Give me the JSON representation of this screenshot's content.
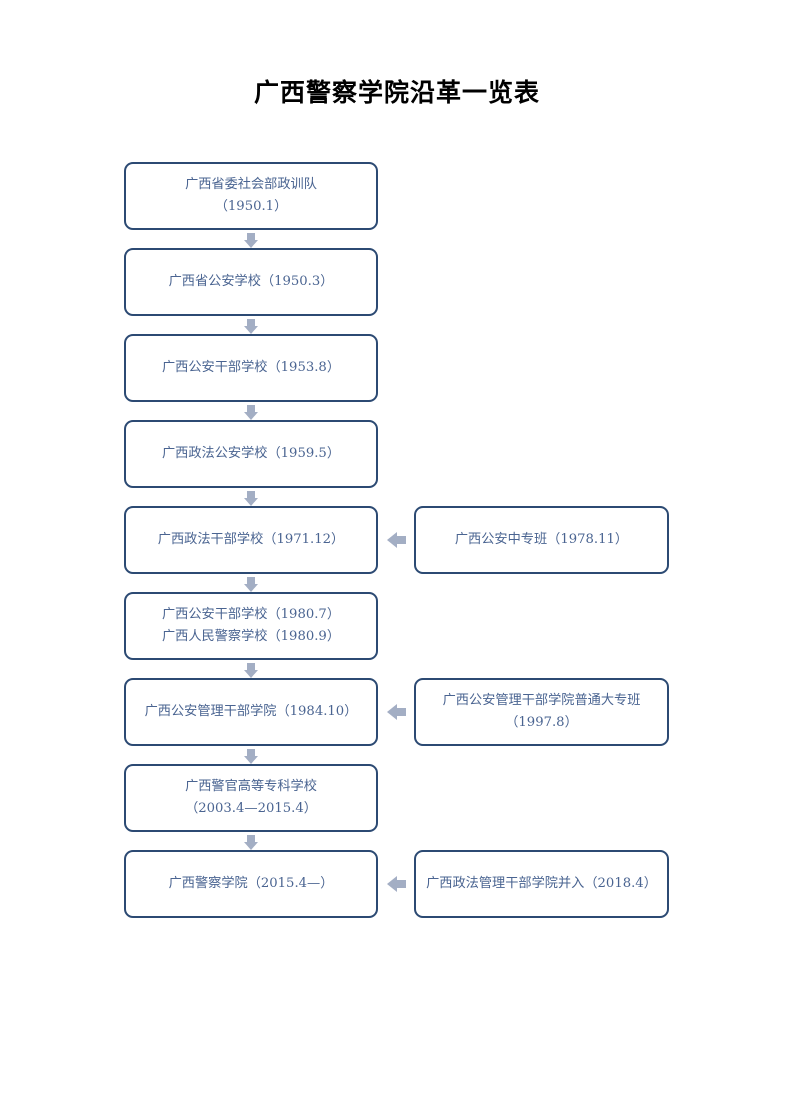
{
  "document": {
    "title": "广西警察学院沿革一览表",
    "background_color": "#ffffff"
  },
  "theme": {
    "box_border_color": "#2c4a73",
    "box_text_color": "#4a6491",
    "box_fill_color": "#ffffff",
    "arrow_color": "#a3aec4",
    "title_color": "#000000"
  },
  "chart_data": {
    "type": "diagram",
    "diagram_kind": "vertical-timeline-flowchart",
    "title": "广西警察学院沿革一览表",
    "main_column": [
      {
        "id": "n1",
        "text": "广西省委社会部政训队\n（1950.1）",
        "year": "1950.1"
      },
      {
        "id": "n2",
        "text": "广西省公安学校（1950.3）",
        "year": "1950.3"
      },
      {
        "id": "n3",
        "text": "广西公安干部学校（1953.8）",
        "year": "1953.8"
      },
      {
        "id": "n4",
        "text": "广西政法公安学校（1959.5）",
        "year": "1959.5"
      },
      {
        "id": "n5",
        "text": "广西政法干部学校（1971.12）",
        "year": "1971.12"
      },
      {
        "id": "n6",
        "text": "广西公安干部学校（1980.7）\n广西人民警察学校（1980.9）",
        "year": "1980.7 / 1980.9"
      },
      {
        "id": "n7",
        "text": "广西公安管理干部学院（1984.10）",
        "year": "1984.10"
      },
      {
        "id": "n8",
        "text": "广西警官高等专科学校\n（2003.4—2015.4）",
        "year": "2003.4—2015.4"
      },
      {
        "id": "n9",
        "text": "广西警察学院（2015.4—）",
        "year": "2015.4—"
      }
    ],
    "side_column": [
      {
        "id": "s1",
        "text": "广西公安中专班（1978.11）",
        "year": "1978.11",
        "merges_into": "n5",
        "row": 5
      },
      {
        "id": "s2",
        "text": "广西公安管理干部学院普通大专班\n（1997.8）",
        "year": "1997.8",
        "merges_into": "n7",
        "row": 7
      },
      {
        "id": "s3",
        "text": "广西政法管理干部学院并入（2018.4）",
        "year": "2018.4",
        "merges_into": "n9",
        "row": 9
      }
    ],
    "connectors": {
      "down_arrows": 8,
      "left_arrows": 3,
      "down_arrow_icon": "arrow-down-icon",
      "left_arrow_icon": "arrow-left-icon"
    }
  }
}
